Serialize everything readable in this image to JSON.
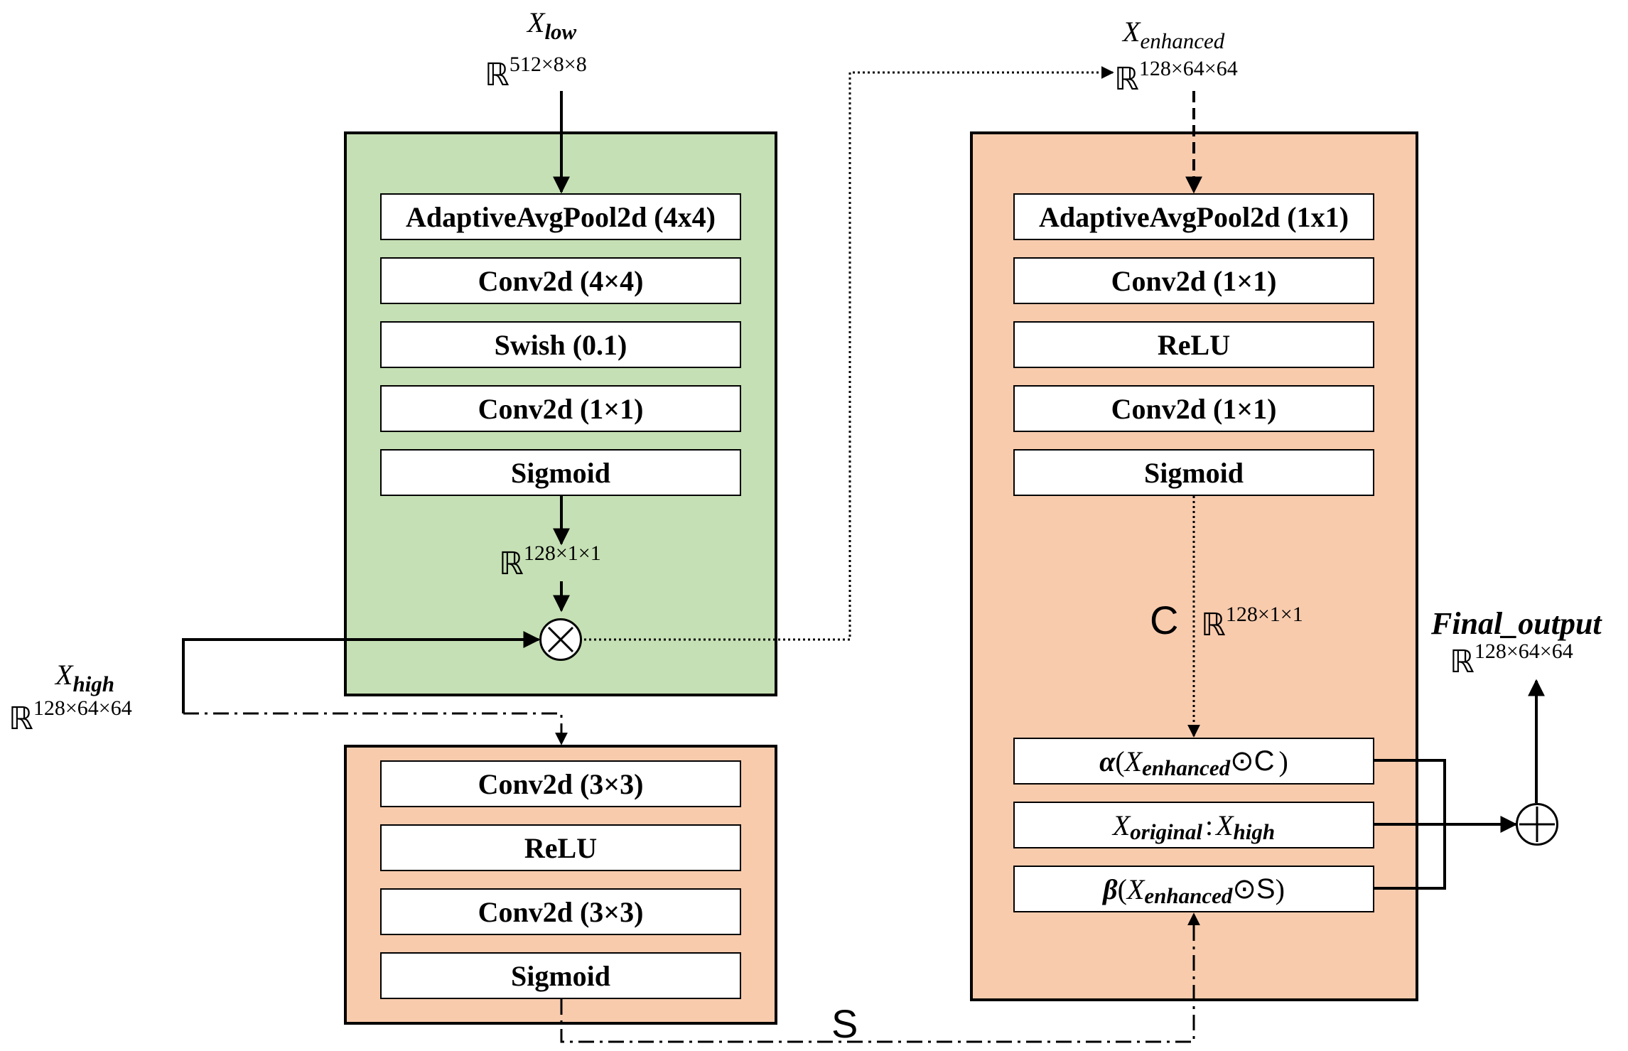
{
  "left_top_module": {
    "input_var": "X",
    "input_sub": "low",
    "input_space": "ℝ",
    "input_dims": "512×8×8",
    "layers": [
      "AdaptiveAvgPool2d (4x4)",
      "Conv2d (4×4)",
      "Swish (0.1)",
      "Conv2d (1×1)",
      "Sigmoid"
    ],
    "output_space": "ℝ",
    "output_dims": "128×1×1"
  },
  "high_input": {
    "var": "X",
    "sub": "high",
    "space": "ℝ",
    "dims": "128×64×64"
  },
  "left_bottom_module": {
    "layers": [
      "Conv2d (3×3)",
      "ReLU",
      "Conv2d (3×3)",
      "Sigmoid"
    ],
    "output_label": "S"
  },
  "enhanced": {
    "var": "X",
    "sub": "enhanced",
    "space": "ℝ",
    "dims": "128×64×64"
  },
  "right_module": {
    "layers": [
      "AdaptiveAvgPool2d (1x1)",
      "Conv2d (1×1)",
      "ReLU",
      "Conv2d (1×1)",
      "Sigmoid"
    ],
    "c_label": "C",
    "c_space": "ℝ",
    "c_dims": "128×1×1",
    "alpha_sym": "α",
    "beta_sym": "β",
    "open_paren": "(",
    "close_paren": ")",
    "odot": "⊙",
    "enh_var": "X",
    "enh_sub": "enhanced",
    "c_sym": "C",
    "s_sym": "S",
    "orig_var": "X",
    "orig_sub": "original",
    "colon": ":",
    "high_var": "X",
    "high_sub": "high"
  },
  "final_output": {
    "label": "Final_output",
    "space": "ℝ",
    "dims": "128×64×64"
  },
  "colors": {
    "green_panel": "#c5e0b4",
    "peach_panel": "#f8cbad"
  }
}
